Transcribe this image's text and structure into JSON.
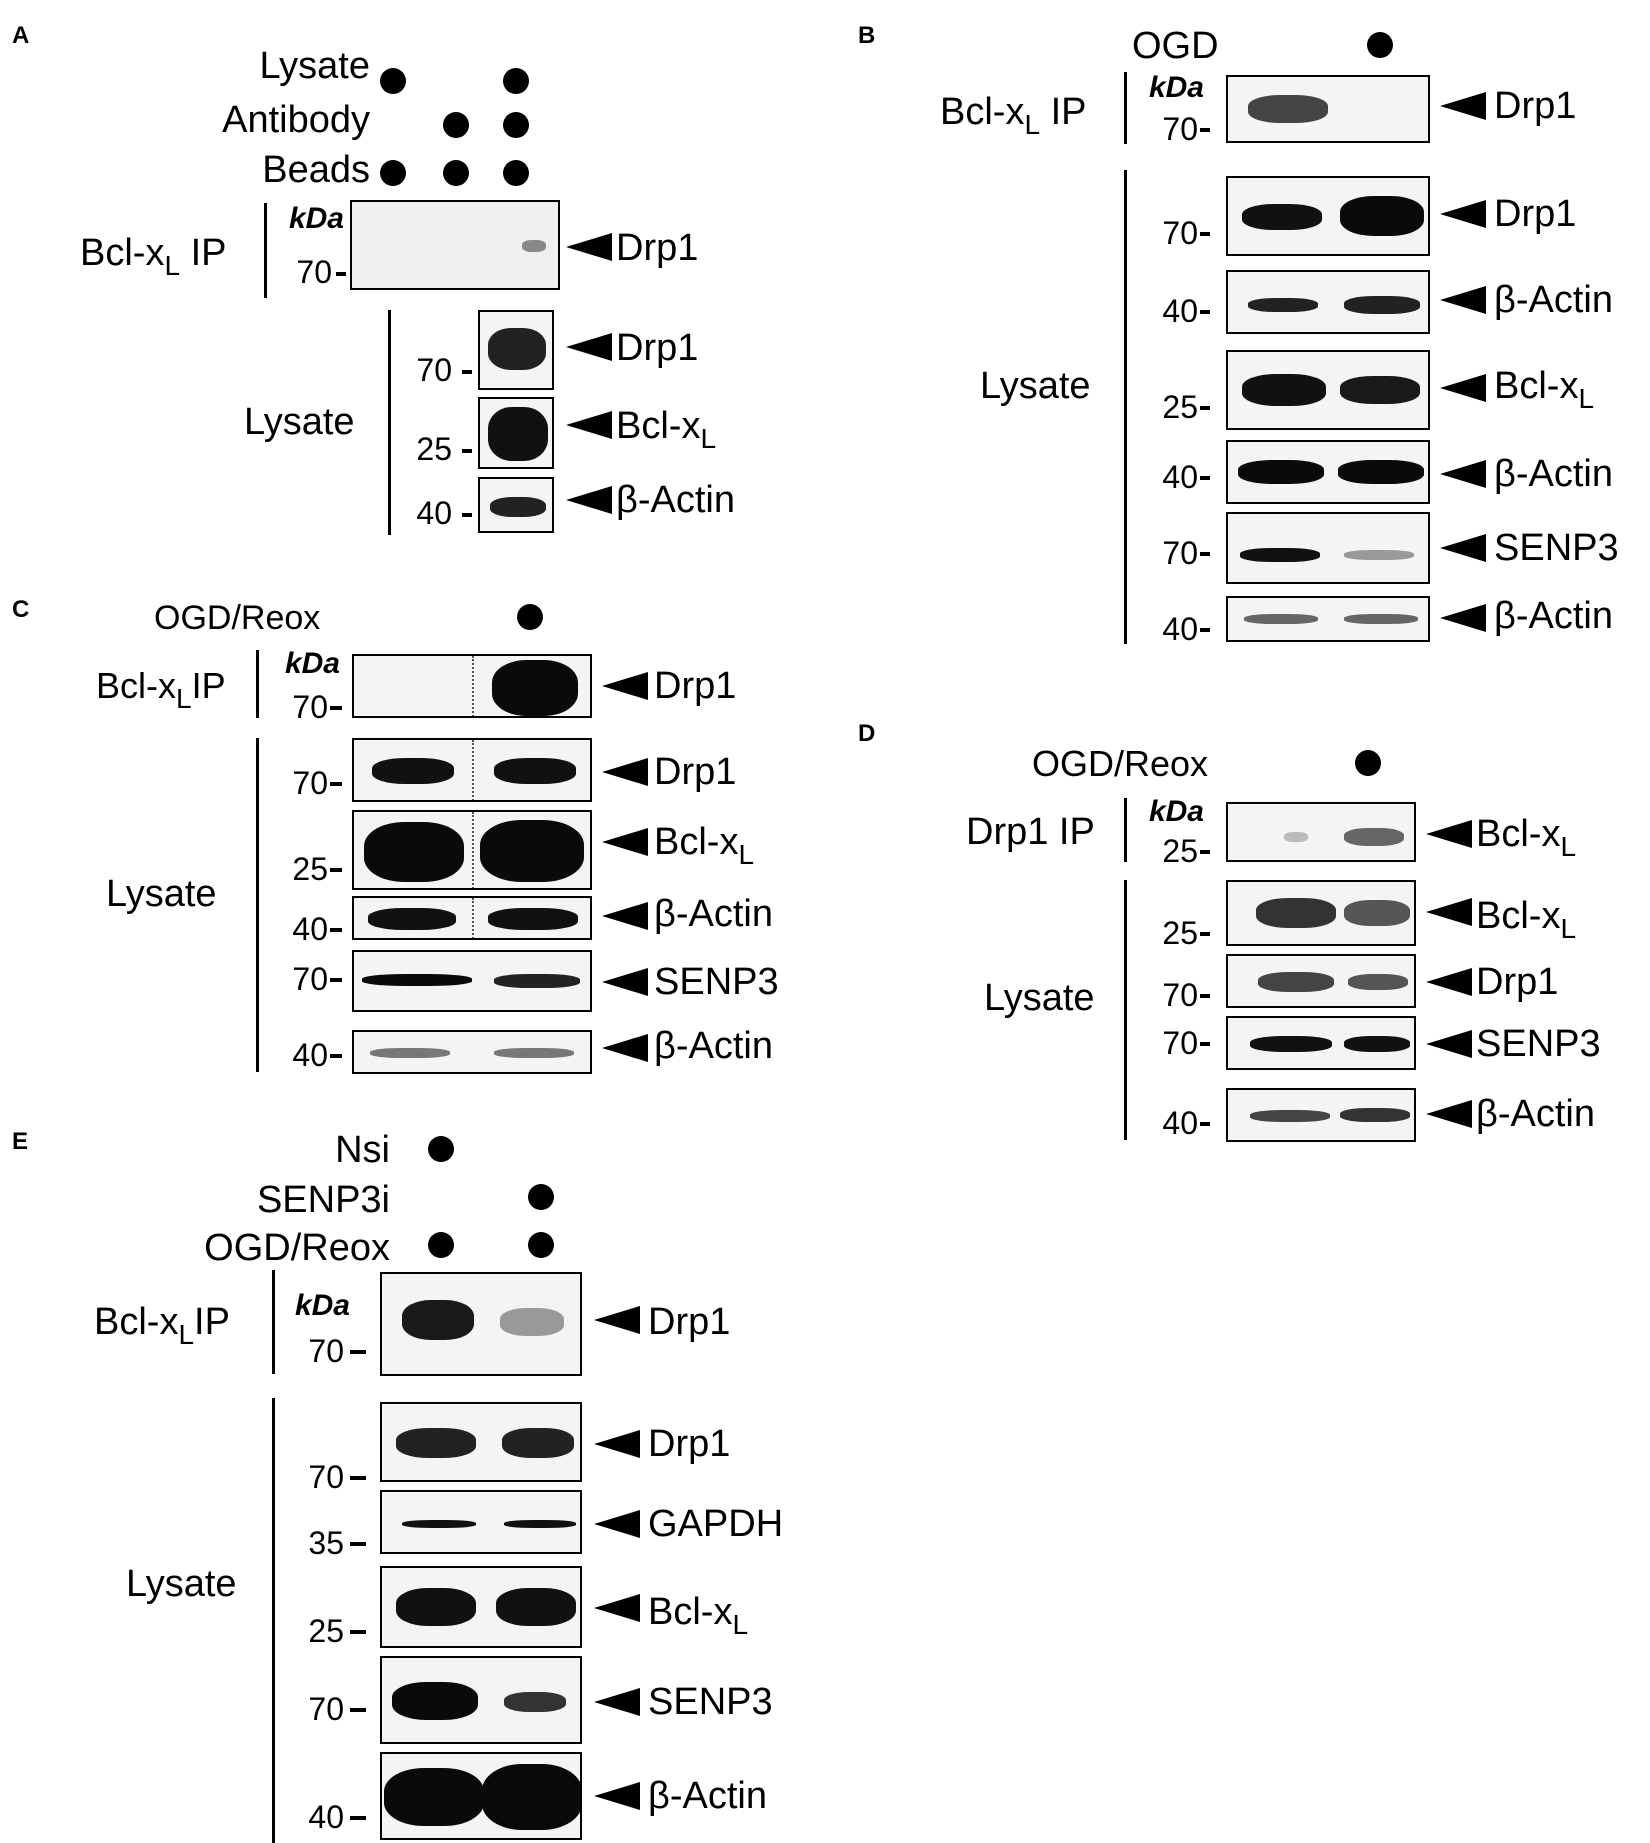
{
  "panels": {
    "A": {
      "label": "A",
      "conditions": [
        "Lysate",
        "Antibody",
        "Beads"
      ],
      "ip": {
        "label_main": "Bcl-x",
        "label_sub": "L",
        "label_tail": " IP",
        "kda": "kDa",
        "mw": "70",
        "target": "Drp1"
      },
      "lysate_label": "Lysate",
      "rows": [
        {
          "mw": "70",
          "target": "Drp1"
        },
        {
          "mw": "25",
          "target_main": "Bcl-x",
          "target_sub": "L"
        },
        {
          "mw": "40",
          "target": "β-Actin"
        }
      ]
    },
    "B": {
      "label": "B",
      "condition": "OGD",
      "ip": {
        "label_main": "Bcl-x",
        "label_sub": "L",
        "label_tail": " IP",
        "kda": "kDa",
        "mw": "70",
        "target": "Drp1"
      },
      "lysate_label": "Lysate",
      "rows": [
        {
          "mw": "70",
          "target": "Drp1"
        },
        {
          "mw": "40",
          "target": "β-Actin"
        },
        {
          "mw": "25",
          "target_main": "Bcl-x",
          "target_sub": "L"
        },
        {
          "mw": "40",
          "target": "β-Actin"
        },
        {
          "mw": "70",
          "target": "SENP3"
        },
        {
          "mw": "40",
          "target": "β-Actin"
        }
      ]
    },
    "C": {
      "label": "C",
      "condition": "OGD/Reox",
      "ip": {
        "label_main": "Bcl-x",
        "label_sub": "L",
        "label_tail": "IP",
        "kda": "kDa",
        "mw": "70",
        "target": "Drp1"
      },
      "lysate_label": "Lysate",
      "rows": [
        {
          "mw": "70",
          "target": "Drp1"
        },
        {
          "mw": "25",
          "target_main": "Bcl-x",
          "target_sub": "L"
        },
        {
          "mw": "40",
          "target": "β-Actin"
        },
        {
          "mw": "70",
          "target": "SENP3"
        },
        {
          "mw": "40",
          "target": "β-Actin"
        }
      ]
    },
    "D": {
      "label": "D",
      "condition": "OGD/Reox",
      "ip": {
        "label_main": "Drp1 IP",
        "kda": "kDa",
        "mw": "25",
        "target_main": "Bcl-x",
        "target_sub": "L"
      },
      "lysate_label": "Lysate",
      "rows": [
        {
          "mw": "25",
          "target_main": "Bcl-x",
          "target_sub": "L"
        },
        {
          "mw": "70",
          "target": "Drp1"
        },
        {
          "mw": "70",
          "target": "SENP3"
        },
        {
          "mw": "40",
          "target": "β-Actin"
        }
      ]
    },
    "E": {
      "label": "E",
      "conditions": [
        "Nsi",
        "SENP3i",
        "OGD/Reox"
      ],
      "ip": {
        "label_main": "Bcl-x",
        "label_sub": "L",
        "label_tail": "IP",
        "kda": "kDa",
        "mw": "70",
        "target": "Drp1"
      },
      "lysate_label": "Lysate",
      "rows": [
        {
          "mw": "70",
          "target": "Drp1"
        },
        {
          "mw": "35",
          "target": "GAPDH"
        },
        {
          "mw": "25",
          "target_main": "Bcl-x",
          "target_sub": "L"
        },
        {
          "mw": "70",
          "target": "SENP3"
        },
        {
          "mw": "40",
          "target": "β-Actin"
        }
      ]
    }
  }
}
